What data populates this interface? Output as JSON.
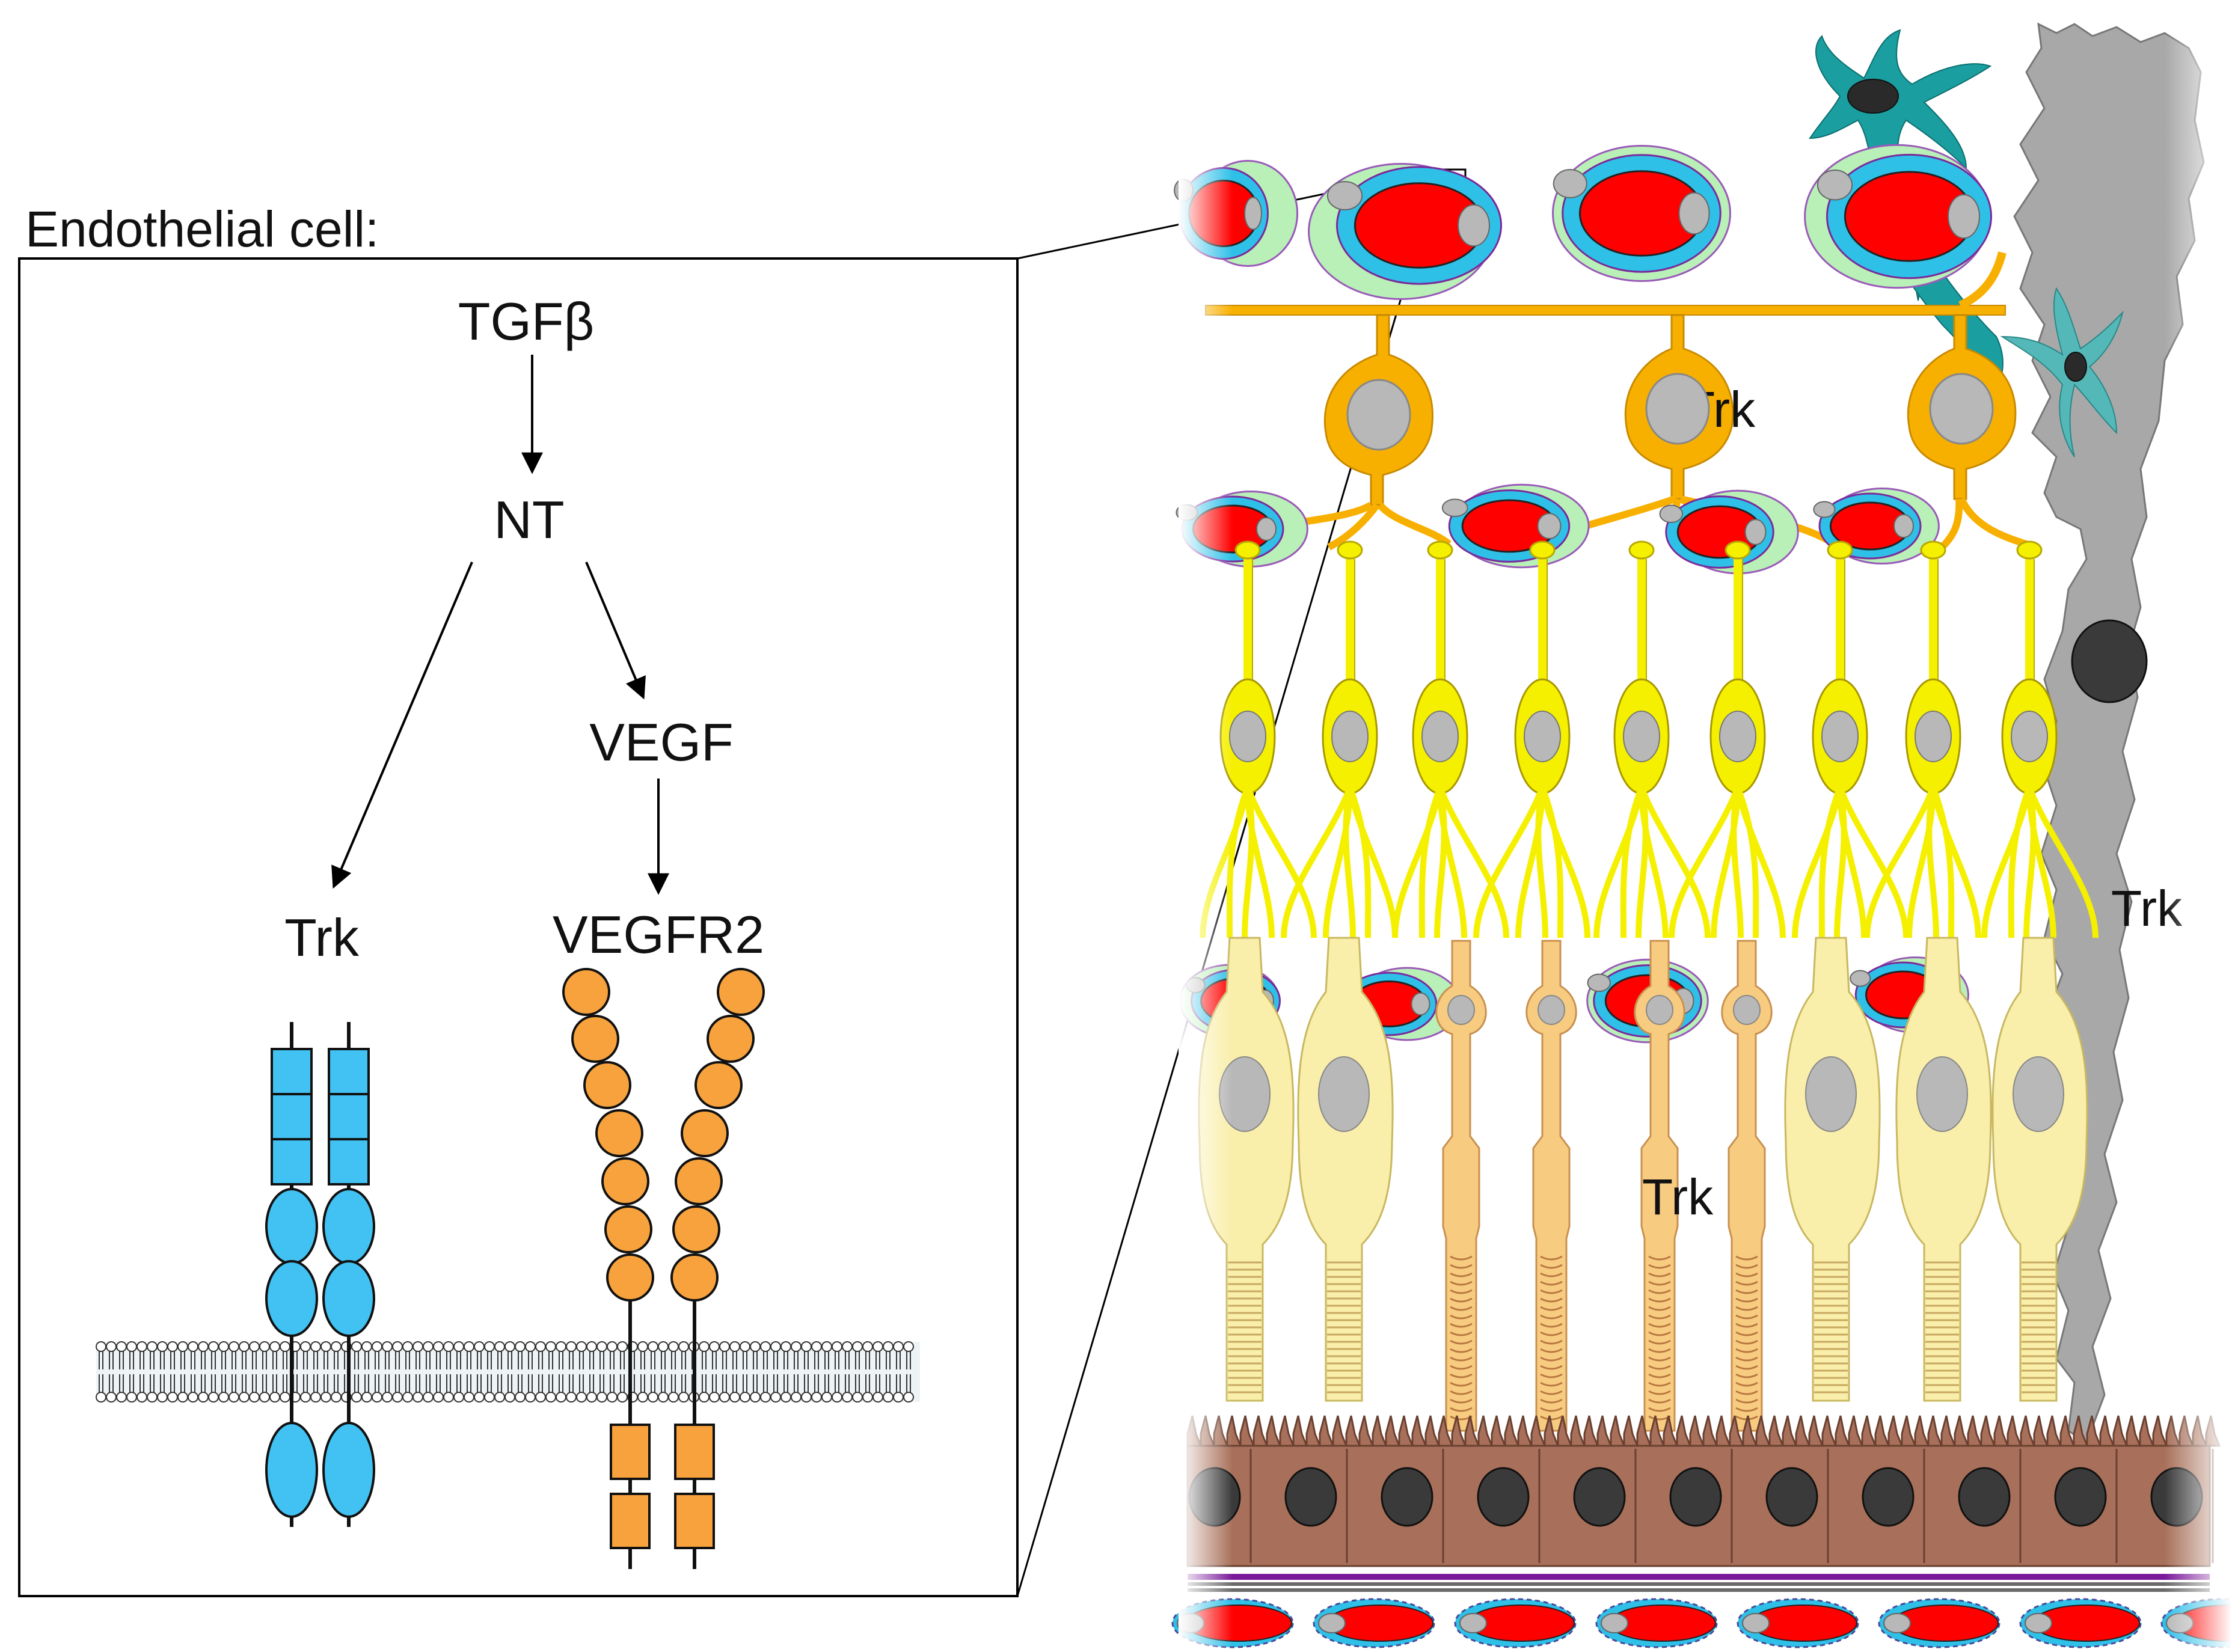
{
  "panel": {
    "heading": "Endothelial cell:",
    "pathway": {
      "tgf": "TGFβ",
      "nt": "NT",
      "vegf": "VEGF",
      "trk": "Trk",
      "vegfr2": "VEGFR2"
    }
  },
  "retina": {
    "labels": {
      "ganglion_trk": "Trk",
      "photoreceptor_trk": "Trk",
      "muller_trk": "Trk"
    }
  },
  "colors": {
    "trk_receptor": "#41c2f2",
    "vegfr2_receptor": "#f7a23c",
    "red_blood_cell": "#ff0000",
    "endothelium": "#2fc0e8",
    "pericyte": "#b8f0b8",
    "ganglion_cell": "#f8b000",
    "bipolar_cell": "#f5f000",
    "photoreceptor": "#f9eeaa",
    "cone": "#f8cc80",
    "rpe": "#a8705a",
    "muller_glia": "#a8a8a8",
    "astrocyte": "#1a9ea0",
    "nucleus": "#b8b8b8",
    "dark_nucleus": "#3a3a3a"
  }
}
